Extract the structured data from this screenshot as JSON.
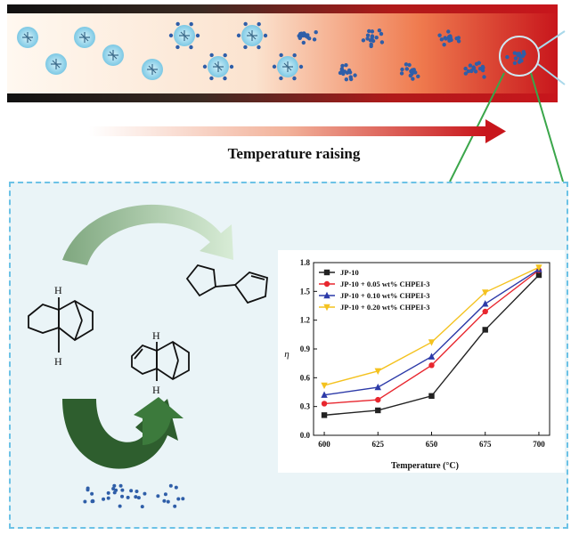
{
  "banner": {
    "caption": "Temperature raising"
  },
  "colors": {
    "panel_bg": "#eaf4f7",
    "panel_border": "#6cc2e6",
    "arrow_green": "#2e5e2e",
    "molecule_blue": "#3a6fb0"
  },
  "icons": [
    "droplet-icon",
    "molecule-structure-icon",
    "curved-arrow-icon",
    "cycloaddition-arrow-icon",
    "cluster-icon",
    "magnifier-circle-icon"
  ],
  "chart_data": {
    "type": "line",
    "xlabel": "Temperature (°C)",
    "ylabel": "η",
    "x": [
      600,
      625,
      650,
      675,
      700
    ],
    "xlim": [
      595,
      705
    ],
    "ylim": [
      0.0,
      1.8
    ],
    "xticks": [
      "600",
      "625",
      "650",
      "675",
      "700"
    ],
    "yticks": [
      "0.0",
      "0.3",
      "0.6",
      "0.9",
      "1.2",
      "1.5",
      "1.8"
    ],
    "legend": "top-left",
    "series": [
      {
        "name": "JP-10",
        "color": "#222222",
        "marker": "square",
        "values": [
          0.21,
          0.26,
          0.41,
          1.1,
          1.67
        ]
      },
      {
        "name": "JP-10 + 0.05 wt% CHPEI-3",
        "color": "#e8262e",
        "marker": "circle",
        "values": [
          0.33,
          0.37,
          0.73,
          1.29,
          1.72
        ]
      },
      {
        "name": "JP-10 + 0.10 wt% CHPEI-3",
        "color": "#2c3aa8",
        "marker": "triangle",
        "values": [
          0.42,
          0.5,
          0.82,
          1.37,
          1.73
        ]
      },
      {
        "name": "JP-10 + 0.20 wt% CHPEI-3",
        "color": "#f4c21f",
        "marker": "triangle-down",
        "values": [
          0.52,
          0.67,
          0.97,
          1.49,
          1.75
        ]
      }
    ]
  }
}
